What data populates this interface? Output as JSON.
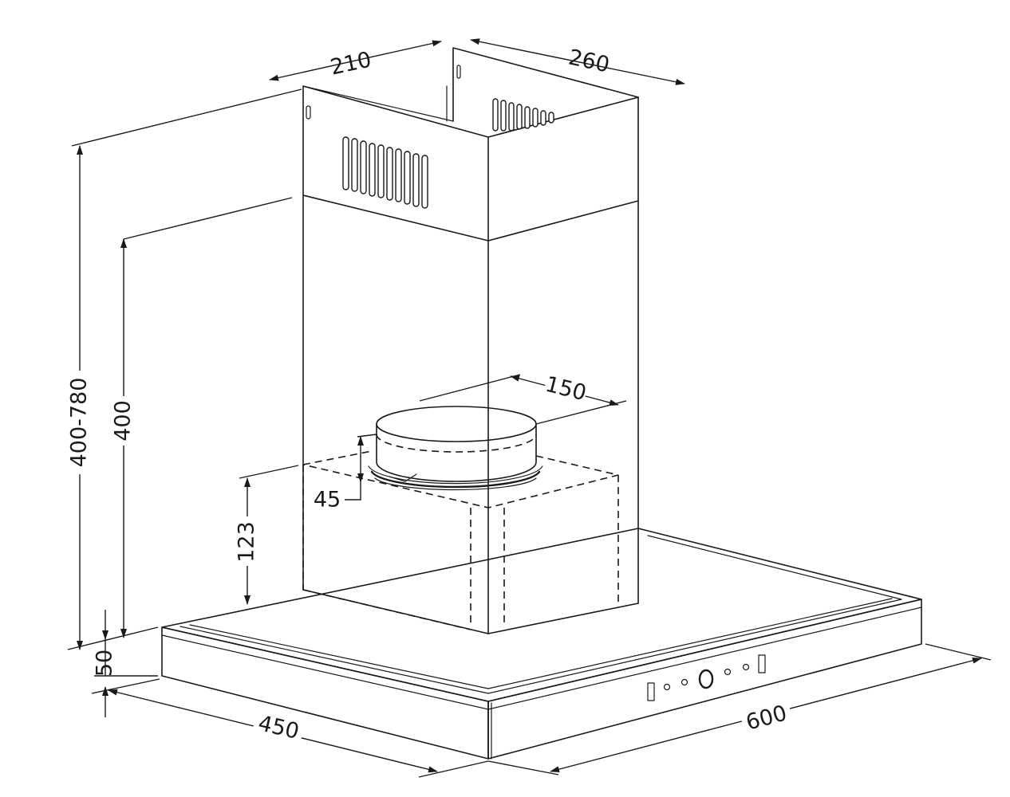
{
  "dimensions": {
    "chimney_depth": "210",
    "chimney_width": "260",
    "total_height": "400-780",
    "chimney_height": "400",
    "outlet_diameter": "150",
    "outlet_height": "45",
    "motor_height": "123",
    "canopy_height": "50",
    "canopy_depth": "450",
    "canopy_width": "600"
  },
  "colors": {
    "line": "#1a1a1a",
    "background": "#ffffff"
  }
}
